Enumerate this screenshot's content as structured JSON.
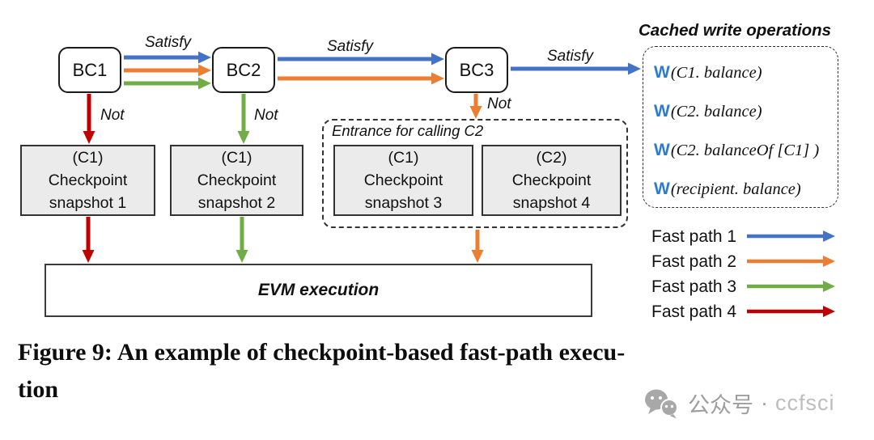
{
  "colors": {
    "fast-path-1": "#4472C4",
    "fast-path-2": "#ED7D31",
    "fast-path-3": "#70AD47",
    "fast-path-4": "#C00000",
    "w-blue": "#2B7BD0",
    "box-fill": "#EBEBEB",
    "watermark-text": "#9E9E9E",
    "watermark-text-light": "#BDBDBD",
    "watermark-icon": "#A8A8A8"
  },
  "nodes": {
    "bc1": "BC1",
    "bc2": "BC2",
    "bc3": "BC3"
  },
  "edges": {
    "satisfy_1": "Satisfy",
    "satisfy_2": "Satisfy",
    "satisfy_3": "Satisfy",
    "not_1": "Not",
    "not_2": "Not",
    "not_3": "Not"
  },
  "snapshots": [
    {
      "contract": "(C1)",
      "line1": "Checkpoint",
      "line2": "snapshot 1"
    },
    {
      "contract": "(C1)",
      "line1": "Checkpoint",
      "line2": "snapshot 2"
    },
    {
      "contract": "(C1)",
      "line1": "Checkpoint",
      "line2": "snapshot 3"
    },
    {
      "contract": "(C2)",
      "line1": "Checkpoint",
      "line2": "snapshot 4"
    }
  ],
  "entrance_label": "Entrance for calling C2",
  "evm_label": "EVM execution",
  "cached_writes": {
    "title": "Cached write operations",
    "items": [
      {
        "op": "W",
        "expr": "(C1. balance)"
      },
      {
        "op": "W",
        "expr": "(C2. balance)"
      },
      {
        "op": "W",
        "expr": "(C2. balanceOf [C1] )"
      },
      {
        "op": "W",
        "expr": "(recipient. balance)"
      }
    ]
  },
  "legend": [
    {
      "label": "Fast path 1",
      "color": "fast-path-1"
    },
    {
      "label": "Fast path 2",
      "color": "fast-path-2"
    },
    {
      "label": "Fast path 3",
      "color": "fast-path-3"
    },
    {
      "label": "Fast path 4",
      "color": "fast-path-4"
    }
  ],
  "caption": {
    "line1": "Figure 9: An example of checkpoint-based fast-path execu-",
    "line2": "tion"
  },
  "watermark": {
    "cn": "公众号",
    "sep": "·",
    "en": "ccfsci"
  }
}
